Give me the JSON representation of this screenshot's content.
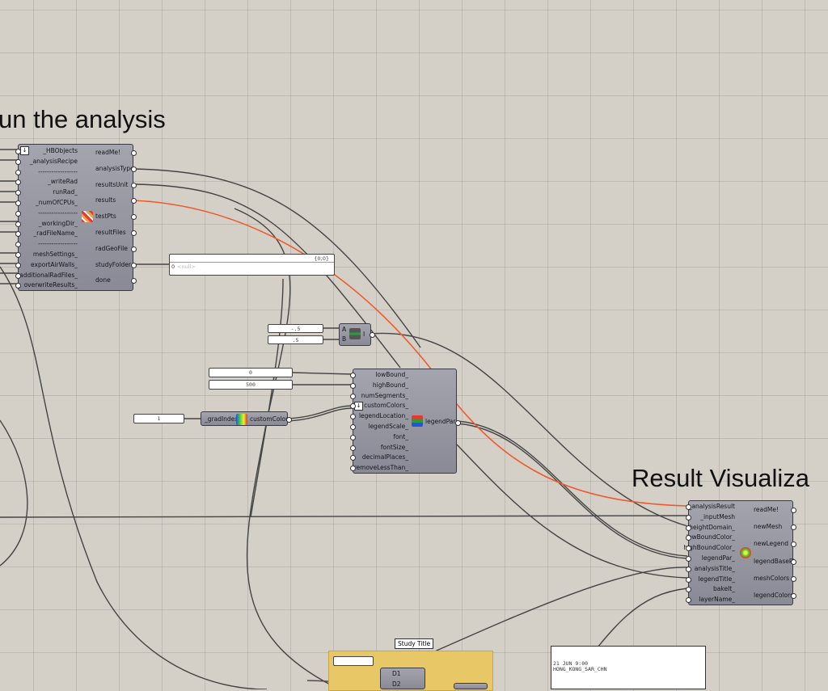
{
  "titles": {
    "run": "un the analysis",
    "result": "Result Visualiza"
  },
  "runComponent": {
    "inputs": [
      "_HBObjects",
      "_analysisRecipe",
      "------------------",
      "_writeRad",
      "runRad_",
      "_numOfCPUs_",
      "------------------",
      "_workingDir_",
      "_radFileName_",
      "------------------",
      "meshSettings_",
      "exportAirWalls_",
      "additionalRadFiles_",
      "overwriteResults_"
    ],
    "outputs": [
      "readMe!",
      "analysisType",
      "resultsUnit",
      "results",
      "testPts",
      "resultFiles",
      "radGeoFile",
      "studyFolder",
      "done"
    ]
  },
  "nullPanel": {
    "header": "{0;0}",
    "index": "0",
    "value": "<null>"
  },
  "valueA": "-.5",
  "valueB": ".5",
  "boundsComponent": {
    "inputs": [
      "A",
      "B"
    ],
    "output": "I"
  },
  "lowBoundValue": "0",
  "highBoundValue": "500",
  "gradIndexValue": "1",
  "gradientComponent": {
    "input": "_gradIndex",
    "output": "customColors"
  },
  "legendComponent": {
    "inputs": [
      "lowBound_",
      "highBound_",
      "numSegments_",
      "customColors_",
      "legendLocation_",
      "legendScale_",
      "font_",
      "fontSize_",
      "decimalPlaces_",
      "removeLessThan_"
    ],
    "output": "legendPar"
  },
  "resultComponent": {
    "inputs": [
      "_analysisResult",
      "_inputMesh",
      "heightDomain_",
      "lowBoundColor_",
      "highBoundColor_",
      "legendPar_",
      "analysisTitle_",
      "legendTitle_",
      "bakeIt_",
      "layerName_"
    ],
    "outputs": [
      "readMe!",
      "newMesh",
      "newLegend",
      "legendBasePt",
      "meshColors",
      "legendColors"
    ]
  },
  "tooltip": "Study Title",
  "mergeComponent": {
    "inputs": [
      "D1",
      "D2"
    ]
  },
  "textPanel": {
    "lines": [
      "21 JUN 9:00",
      "HONG_KONG_SAR_CHN"
    ]
  },
  "colors": {
    "canvas": "#d4d0c8",
    "wire": "#444444",
    "highlightWire": "#ef5a2a",
    "component": "#9a9aa4",
    "group": "#e8c866"
  }
}
